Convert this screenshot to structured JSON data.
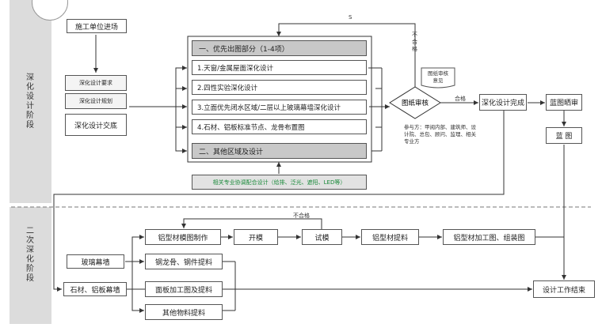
{
  "lanes": {
    "upper": "深化设计阶段",
    "lower": "二次深化阶段"
  },
  "upper": {
    "entry": "施工单位进场",
    "docs": {
      "req": "深化设计要求",
      "plan": "深化设计规划",
      "handover": "深化设计交底"
    },
    "priority": {
      "header": "一、优先出图部分（1-4项）",
      "items": [
        "1.天窗/金属屋面深化设计",
        "2.四性实验深化设计",
        "3.立面优先闭水区域/二层以上玻璃幕墙深化设计",
        "4.石材、铝板标准节点、龙骨布置图"
      ],
      "other": "二、其他区域及设计"
    },
    "coord": "相关专业协调配合设计（给排、泛光、遮阳、LED等）",
    "review": "图纸审核",
    "review_note": "图纸审核意见",
    "participants": "参与方：甲阅内部、建筑师、设计院、总包、顾问、监理、相关专业方",
    "fail": "不合格",
    "pass": "合格",
    "loop_mark": "S",
    "complete": "深化设计完成",
    "blueprint_review": "蓝图晒审",
    "blueprint": "蓝 图"
  },
  "lower": {
    "glass": "玻璃幕墙",
    "stone": "石材、铝板幕墙",
    "profile": "铝型材模图制作",
    "mold": "开模",
    "trial": "试模",
    "extrude": "铝型材提料",
    "process": "铝型材加工图、组装图",
    "steel": "钢龙骨、钢件提料",
    "panel": "面板加工图及提料",
    "misc": "其他物料提料",
    "fail": "不合格",
    "end": "设计工作结束"
  }
}
